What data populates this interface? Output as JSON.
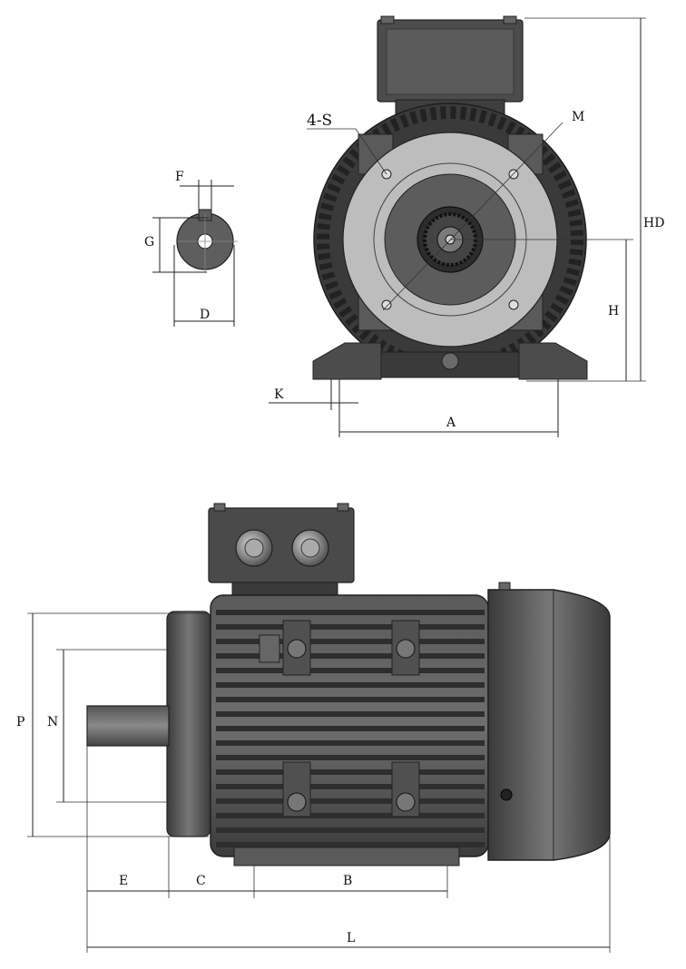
{
  "labels": {
    "F": "F",
    "G": "G",
    "D": "D",
    "four_s": "4-S",
    "M": "M",
    "HD": "HD",
    "H": "H",
    "K": "K",
    "A": "A",
    "P": "P",
    "N": "N",
    "E": "E",
    "C": "C",
    "B": "B",
    "L": "L"
  },
  "colors": {
    "body_dark": "#4a4a4a",
    "body_mid": "#6b6b6b",
    "flange_light": "#bdbdbd",
    "fin_dark": "#2e2e2e",
    "line": "#222222"
  }
}
